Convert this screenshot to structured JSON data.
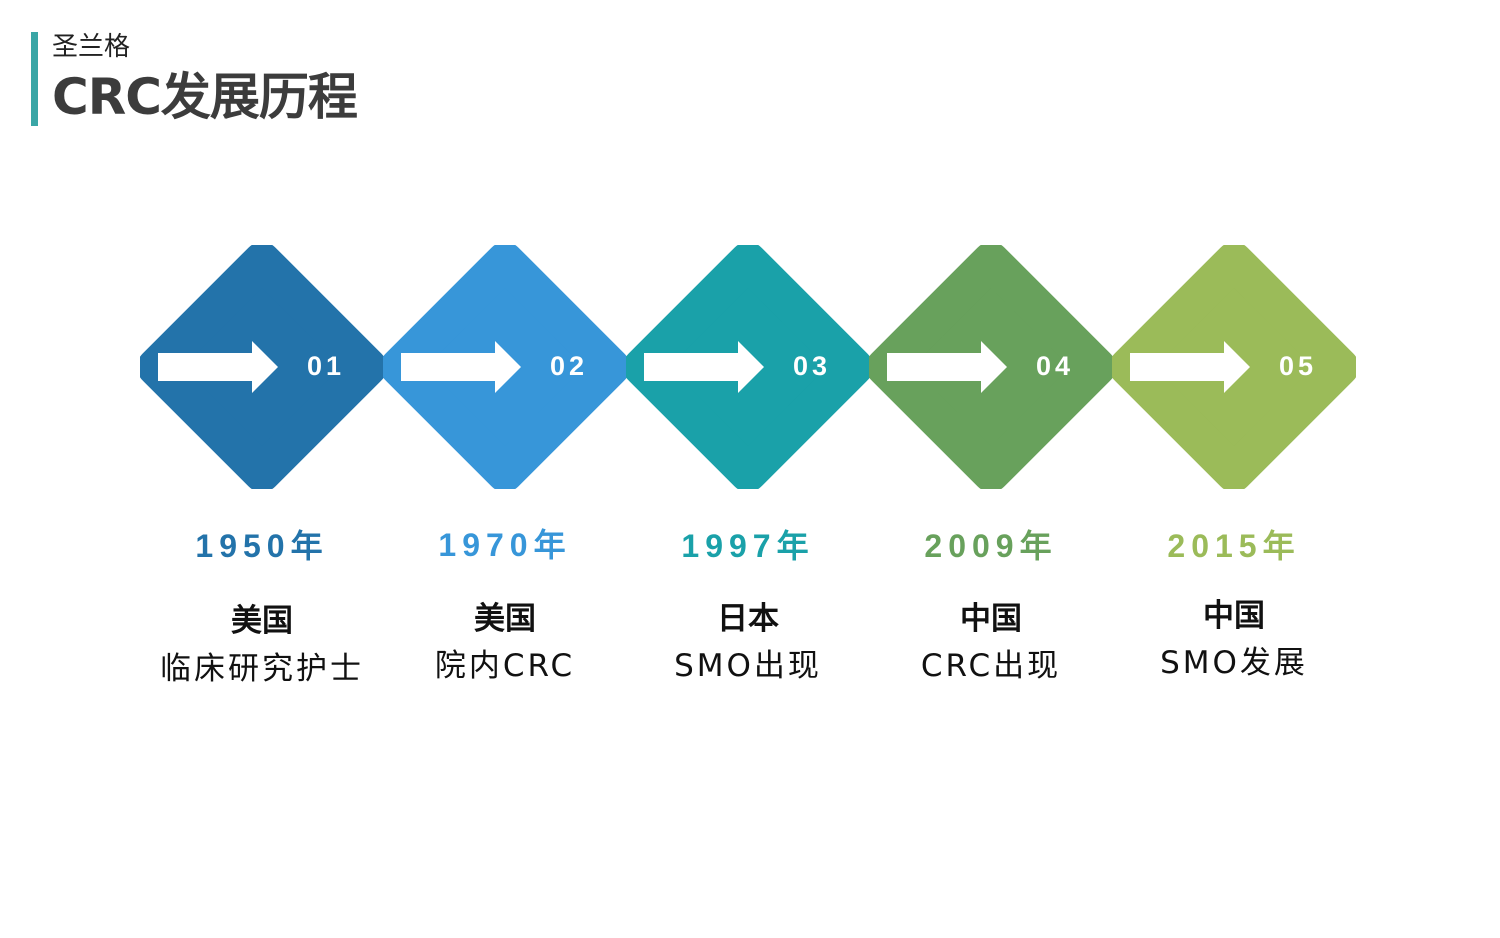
{
  "header": {
    "company": "圣兰格",
    "title": "CRC发展历程"
  },
  "steps": [
    {
      "num": "01",
      "year": "1950年",
      "country": "美国",
      "event": "临床研究护士",
      "color": "#2373aa"
    },
    {
      "num": "02",
      "year": "1970年",
      "country": "美国",
      "event": "院内CRC",
      "color": "#3796d9"
    },
    {
      "num": "03",
      "year": "1997年",
      "country": "日本",
      "event": "SMO出现",
      "color": "#1aa1a9"
    },
    {
      "num": "04",
      "year": "2009年",
      "country": "中国",
      "event": "CRC出现",
      "color": "#68a15c"
    },
    {
      "num": "05",
      "year": "2015年",
      "country": "中国",
      "event": "SMO发展",
      "color": "#9bbb59"
    }
  ],
  "outline_color": "#f0c84a"
}
